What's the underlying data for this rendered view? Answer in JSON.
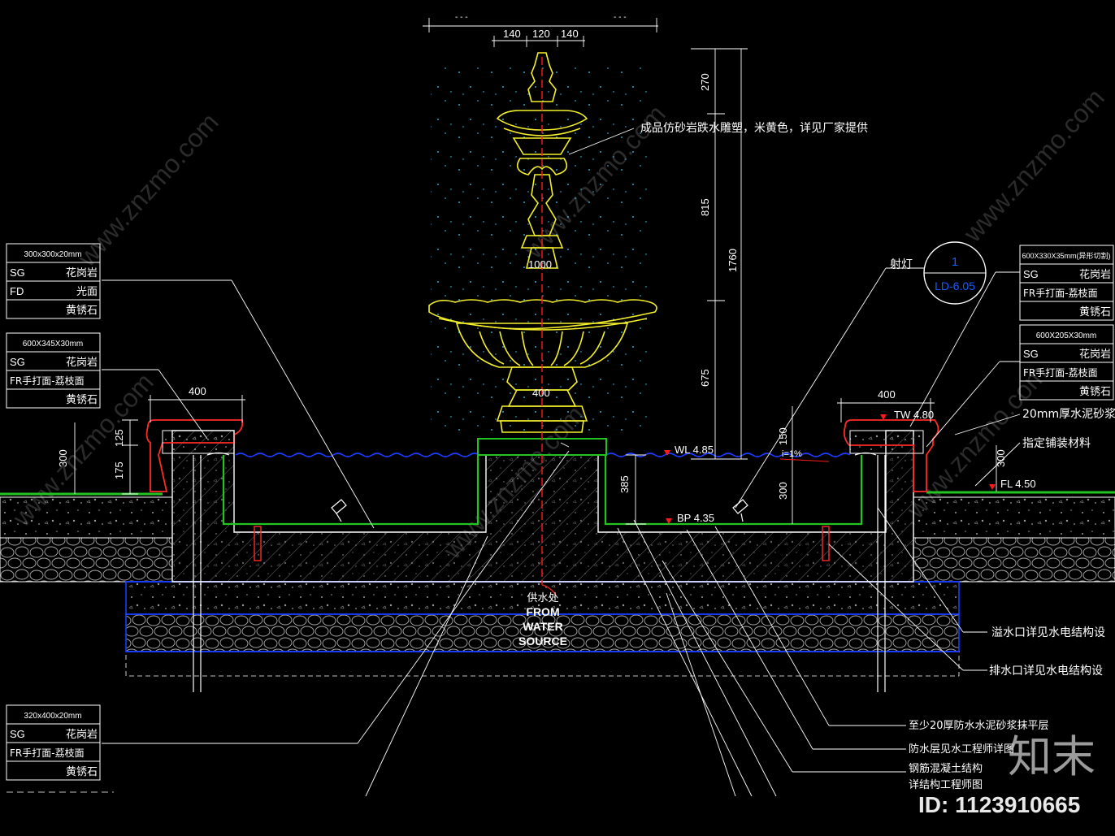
{
  "colors": {
    "background": "#000000",
    "line": "#ffffff",
    "dim": "#ffffff",
    "water": "#1a3cff",
    "fountain": "#f5f02a",
    "coping": "#ff2a2a",
    "green": "#22c422",
    "marker": "#ff1a1a",
    "callout_text": "#1a5cff"
  },
  "top_dims": {
    "left": "140",
    "mid": "120",
    "right": "140"
  },
  "vertical_dims": {
    "d270": "270",
    "d815": "815",
    "d675": "675",
    "d1760": "1760",
    "d150": "150",
    "d300r": "300",
    "d385": "385",
    "d300l": "300",
    "d125": "125",
    "d175": "175",
    "d300wall": "300"
  },
  "fountain_dims": {
    "bowl": "1000",
    "base": "400"
  },
  "wall_dims": {
    "left": "400",
    "right": "400"
  },
  "levels": {
    "wl": "WL 4.85",
    "tw": "TW 4.80",
    "bp": "BP 4.35",
    "fl": "FL 4.50",
    "slope": "i=1%"
  },
  "notes": {
    "sculpture": "成品仿砂岩跌水雕塑，米黄色，详见厂家提供",
    "spotlight": "射灯",
    "supply_cn": "供水处",
    "supply_en1": "FROM",
    "supply_en2": "WATER",
    "supply_en3": "SOURCE",
    "mortar": "20mm厚水泥砂浆",
    "paving": "指定铺装材料",
    "overflow": "溢水口详见水电结构设",
    "drain": "排水口详见水电结构设",
    "waterproof_mortar": "至少20厚防水水泥砂浆抹平层",
    "waterproof_layer": "防水层见水工程师详图",
    "concrete1": "钢筋混凝土结构",
    "concrete2": "详结构工程师图"
  },
  "callout": {
    "number": "1",
    "ref": "LD-6.05"
  },
  "legend_boxes": [
    {
      "title": "300x300x20mm",
      "rows": [
        [
          "SG",
          "花岗岩"
        ],
        [
          "FD",
          "光面"
        ],
        [
          "",
          "黄锈石"
        ]
      ]
    },
    {
      "title": "600X345X30mm",
      "rows": [
        [
          "SG",
          "花岗岩"
        ],
        [
          "FR手打面-荔枝面",
          ""
        ],
        [
          "",
          "黄锈石"
        ]
      ]
    },
    {
      "title": "600X330X35mm(异形切割)",
      "rows": [
        [
          "SG",
          "花岗岩"
        ],
        [
          "FR手打面-荔枝面",
          ""
        ],
        [
          "",
          "黄锈石"
        ]
      ]
    },
    {
      "title": "600X205X30mm",
      "rows": [
        [
          "SG",
          "花岗岩"
        ],
        [
          "FR手打面-荔枝面",
          ""
        ],
        [
          "",
          "黄锈石"
        ]
      ]
    },
    {
      "title": "320x400x20mm",
      "rows": [
        [
          "SG",
          "花岗岩"
        ],
        [
          "FR手打面-荔枝面",
          ""
        ],
        [
          "",
          "黄锈石"
        ]
      ]
    }
  ],
  "watermark": {
    "logo": "知末",
    "id": "ID: 1123910665",
    "site": "www.znzmo.com"
  }
}
